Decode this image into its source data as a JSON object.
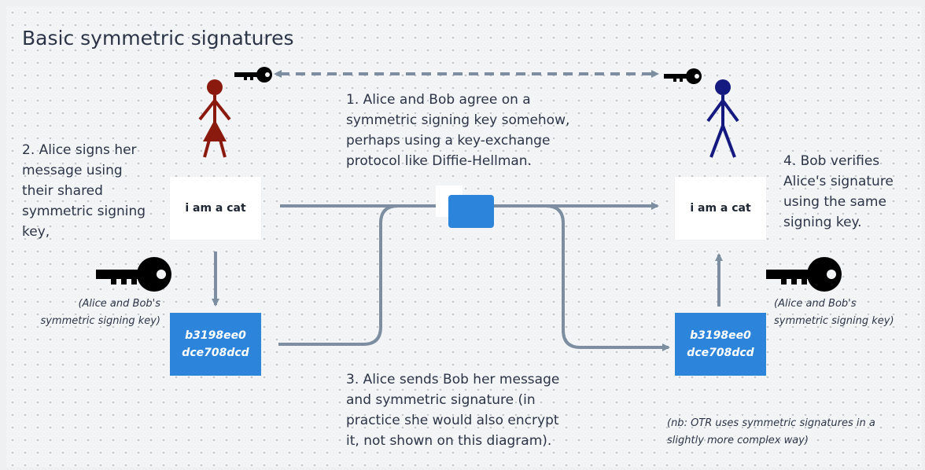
{
  "title": "Basic symmetric signatures",
  "steps": {
    "step1": [
      "1. Alice and Bob agree on a",
      "symmetric signing key somehow,",
      "perhaps using a key-exchange",
      "protocol like Diffie-Hellman."
    ],
    "step2": [
      "2. Alice signs her",
      "message using",
      "their shared",
      "symmetric signing",
      "key,"
    ],
    "step3": [
      "3. Alice sends Bob her message",
      "and symmetric signature (in",
      "practice she would also encrypt",
      "it, not shown on this diagram)."
    ],
    "step4": [
      "4. Bob verifies",
      "Alice's signature",
      "using the same",
      "signing key."
    ]
  },
  "alice": {
    "message": "i am a cat",
    "signature": [
      "b3198ee0",
      "dce708dcd"
    ],
    "key_caption": [
      "(Alice and Bob's",
      "symmetric signing key)"
    ],
    "color": "#8b1a0e"
  },
  "bob": {
    "message": "i am a cat",
    "signature": [
      "b3198ee0",
      "dce708dcd"
    ],
    "key_caption": [
      "(Alice and Bob's",
      "symmetric signing key)"
    ],
    "color": "#141a80"
  },
  "note": [
    "(nb: OTR uses symmetric signatures in a",
    "slightly more complex way)"
  ],
  "colors": {
    "arrow": "#7d8ea0",
    "signature_box": "#2d84db",
    "key": "#000000"
  }
}
